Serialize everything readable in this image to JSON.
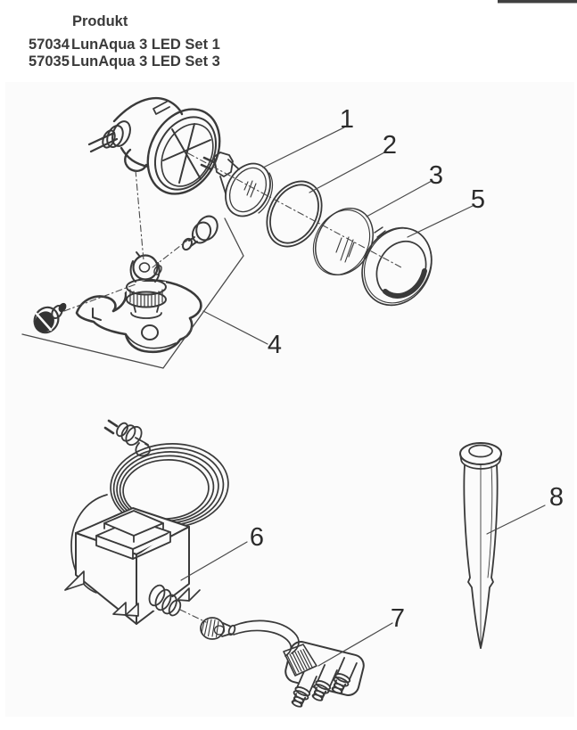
{
  "document": {
    "header": {
      "column_title": "Produkt"
    },
    "products": [
      {
        "sku": "57034",
        "name": "LunAqua 3 LED Set 1"
      },
      {
        "sku": "57035",
        "name": "LunAqua 3 LED Set 3"
      }
    ]
  },
  "diagram": {
    "type": "exploded-parts-diagram",
    "part_labels": [
      {
        "ref": "1"
      },
      {
        "ref": "2"
      },
      {
        "ref": "3"
      },
      {
        "ref": "5"
      },
      {
        "ref": "4"
      },
      {
        "ref": "6"
      },
      {
        "ref": "7"
      },
      {
        "ref": "8"
      }
    ]
  },
  "colors": {
    "ink": "#3a3a3a",
    "leader": "#4a4a4a",
    "top_bar": "#3f3f3f",
    "diagram_bg": "#fbfbfb"
  }
}
